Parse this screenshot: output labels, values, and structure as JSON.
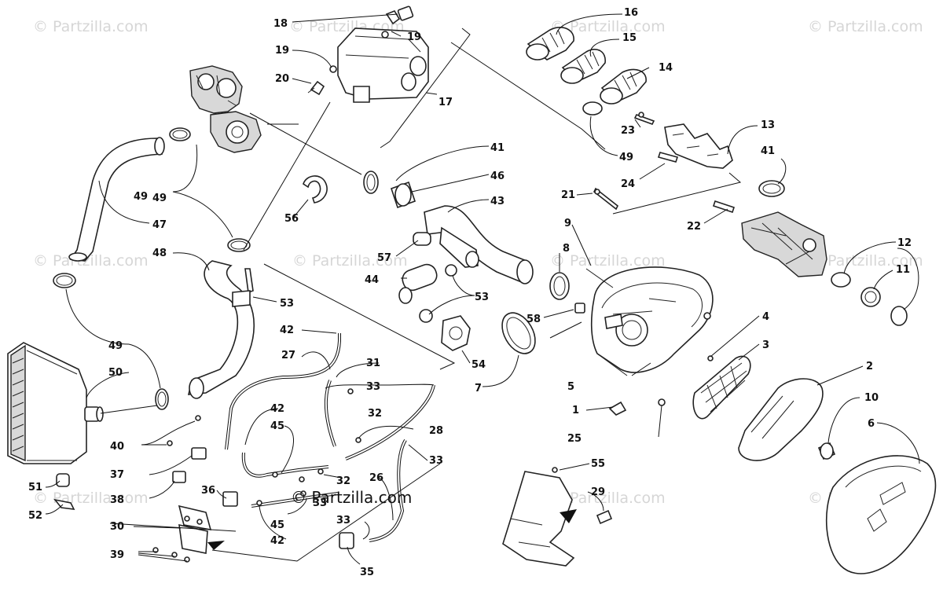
{
  "diagram": {
    "watermark_text": "© Partzilla.com",
    "brand_text": "© Partzilla.com",
    "callouts": [
      "1",
      "2",
      "3",
      "4",
      "5",
      "6",
      "7",
      "8",
      "9",
      "10",
      "11",
      "12",
      "13",
      "14",
      "15",
      "16",
      "17",
      "18",
      "19",
      "19",
      "20",
      "21",
      "22",
      "23",
      "24",
      "25",
      "26",
      "27",
      "28",
      "29",
      "30",
      "31",
      "32",
      "32",
      "33",
      "33",
      "33",
      "33",
      "35",
      "36",
      "37",
      "38",
      "39",
      "40",
      "41",
      "41",
      "42",
      "42",
      "42",
      "43",
      "44",
      "45",
      "45",
      "46",
      "47",
      "48",
      "49",
      "49",
      "49",
      "49",
      "50",
      "51",
      "52",
      "53",
      "53",
      "54",
      "55",
      "56",
      "57",
      "58"
    ]
  }
}
